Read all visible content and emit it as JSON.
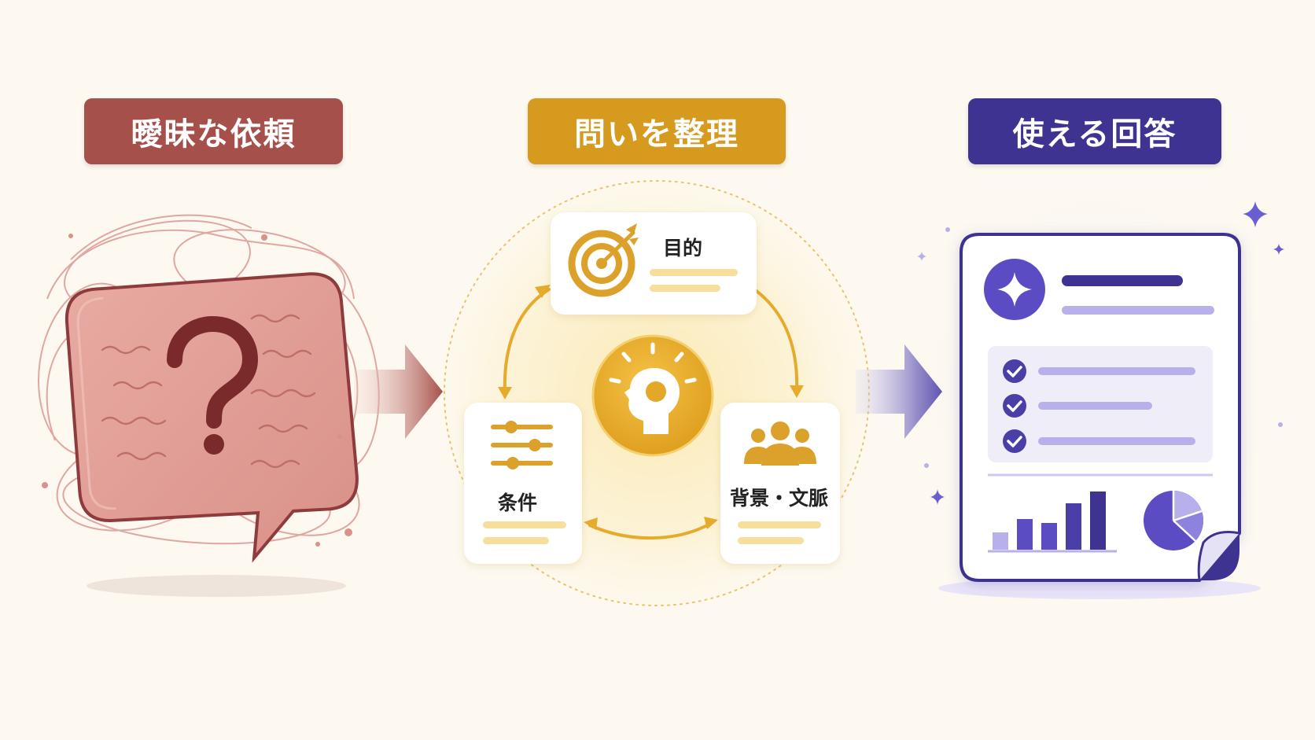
{
  "steps": {
    "vague_request": {
      "label": "曖昧な依頼",
      "color": "#a5504a"
    },
    "organize_question": {
      "label": "問いを整理",
      "color": "#d69a1e"
    },
    "usable_answer": {
      "label": "使える回答",
      "color": "#3e3390"
    }
  },
  "organize_cards": {
    "purpose": "目的",
    "conditions": "条件",
    "background_context": "背景・文脈"
  },
  "icons": [
    "question-mark-icon",
    "target-icon",
    "sliders-icon",
    "people-icon",
    "lightbulb-head-icon",
    "sparkle-icon",
    "check-icon",
    "bar-chart-icon",
    "pie-chart-icon"
  ]
}
